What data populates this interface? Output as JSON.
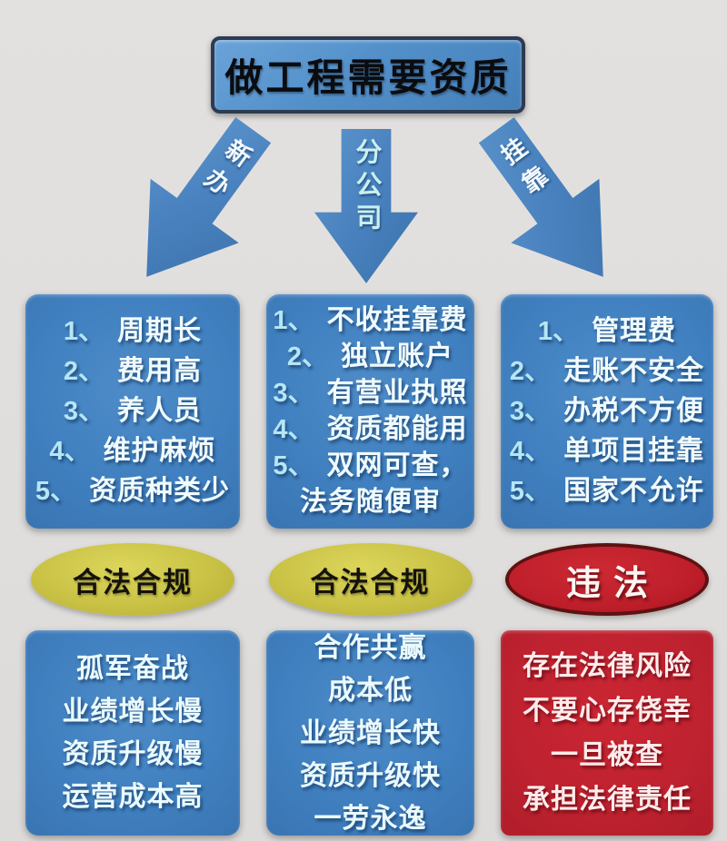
{
  "title": "做工程需要资质",
  "colors": {
    "background": "#e0dedc",
    "box_blue": "#4080c0",
    "title_blue": "#5390ca",
    "arrow_blue": "#4a83c0",
    "legal_oval_yellow": "#c9c245",
    "illegal_red": "#bf1f2b",
    "cons_number_cyan": "#b5e6f5",
    "cons_text_white": "#f0fbff"
  },
  "columns": [
    {
      "arrow_label": "新办",
      "cons": [
        {
          "n": "1、",
          "t": "周期长"
        },
        {
          "n": "2、",
          "t": "费用高"
        },
        {
          "n": "3、",
          "t": "养人员"
        },
        {
          "n": "4、",
          "t": "维护麻烦"
        },
        {
          "n": "5、",
          "t": "资质种类少"
        }
      ],
      "verdict": "合法合规",
      "summary": [
        "孤军奋战",
        "业绩增长慢",
        "资质升级慢",
        "运营成本高"
      ]
    },
    {
      "arrow_label": "分公司",
      "cons": [
        {
          "n": "1、",
          "t": "不收挂靠费"
        },
        {
          "n": "2、",
          "t": "独立账户"
        },
        {
          "n": "3、",
          "t": "有营业执照"
        },
        {
          "n": "4、",
          "t": "资质都能用"
        },
        {
          "n": "5、",
          "t": "双网可查，"
        },
        {
          "n": "",
          "t": "法务随便审"
        }
      ],
      "verdict": "合法合规",
      "summary": [
        "合作共赢",
        "成本低",
        "业绩增长快",
        "资质升级快",
        "一劳永逸"
      ]
    },
    {
      "arrow_label": "挂靠",
      "cons": [
        {
          "n": "1、",
          "t": "管理费"
        },
        {
          "n": "2、",
          "t": "走账不安全"
        },
        {
          "n": "3、",
          "t": "办税不方便"
        },
        {
          "n": "4、",
          "t": "单项目挂靠"
        },
        {
          "n": "5、",
          "t": "国家不允许"
        }
      ],
      "verdict": "违法",
      "summary": [
        "存在法律风险",
        "不要心存侥幸",
        "一旦被查",
        "承担法律责任"
      ]
    }
  ]
}
